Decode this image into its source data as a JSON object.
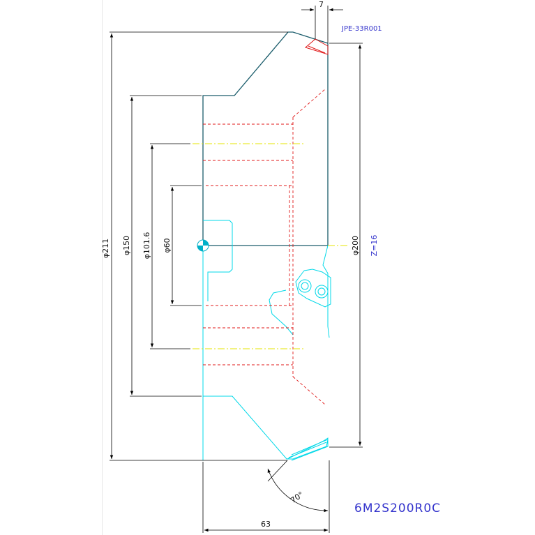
{
  "drawing": {
    "part_code_top": "JPE-33R001",
    "part_number": "6M2S200R0C",
    "teeth": "Z=16",
    "dims": {
      "top_width": "7",
      "d211": "φ211",
      "d150": "φ150",
      "d101_6": "φ101.6",
      "d60": "φ60",
      "d200": "φ200",
      "angle": "70°",
      "width_63": "63"
    }
  },
  "colors": {
    "outline_dark": "#1a5c6b",
    "outline_cyan": "#00d8e8",
    "hidden_red": "#e01818",
    "center_yellow": "#e6e600",
    "dimension": "#000000",
    "label_blue": "#3333cc"
  }
}
